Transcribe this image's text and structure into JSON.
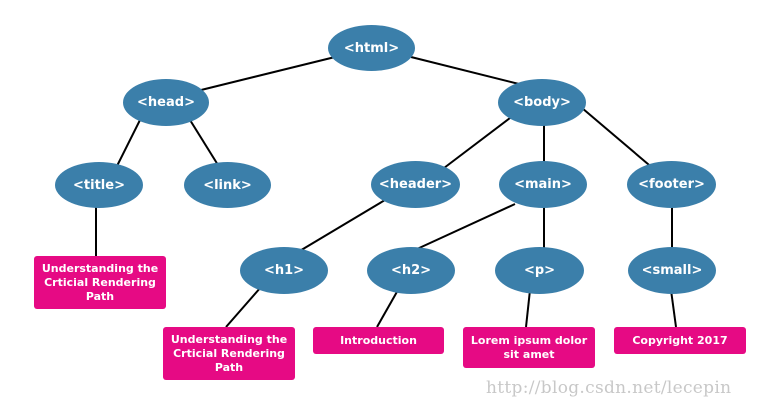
{
  "diagram": {
    "nodes": {
      "html": "<html>",
      "head": "<head>",
      "body": "<body>",
      "title": "<title>",
      "link": "<link>",
      "header": "<header>",
      "main": "<main>",
      "footer": "<footer>",
      "h1": "<h1>",
      "h2": "<h2>",
      "p": "<p>",
      "small": "<small>"
    },
    "leaves": {
      "title_text": "Understanding the Crticial Rendering Path",
      "h1_text": "Understanding the Crticial Rendering Path",
      "h2_text": "Introduction",
      "p_text": "Lorem ipsum dolor sit amet",
      "small_text": "Copyright 2017"
    },
    "colors": {
      "node": "#3b7faa",
      "leaf": "#e60a84",
      "edge": "#000000"
    }
  },
  "watermark": "http://blog.csdn.net/lecepin"
}
